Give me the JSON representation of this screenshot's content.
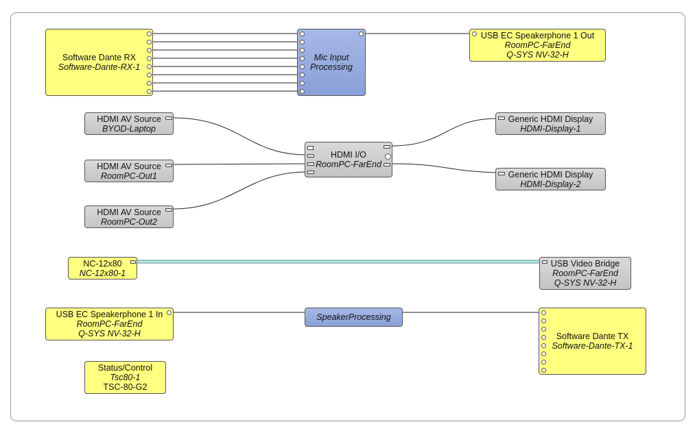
{
  "blocks": {
    "dante_rx": {
      "name": "Software Dante RX",
      "sub": "Software-Dante-RX-1"
    },
    "mic_proc": {
      "name": "Mic Input",
      "sub": "Processing"
    },
    "usb_spk_out": {
      "name": "USB EC Speakerphone 1 Out",
      "sub": "RoomPC-FarEnd",
      "model": "Q-SYS NV-32-H"
    },
    "hdmi_src1": {
      "name": "HDMI AV Source",
      "sub": "BYOD-Laptop"
    },
    "hdmi_src2": {
      "name": "HDMI AV Source",
      "sub": "RoomPC-Out1"
    },
    "hdmi_src3": {
      "name": "HDMI AV Source",
      "sub": "RoomPC-Out2"
    },
    "hdmi_io": {
      "name": "HDMI I/O",
      "sub": "RoomPC-FarEnd"
    },
    "display1": {
      "name": "Generic HDMI Display",
      "sub": "HDMI-Display-1"
    },
    "display2": {
      "name": "Generic HDMI Display",
      "sub": "HDMI-Display-2"
    },
    "nc_cam": {
      "name": "NC-12x80",
      "sub": "NC-12x80-1"
    },
    "usb_bridge": {
      "name": "USB Video Bridge",
      "sub": "RoomPC-FarEnd",
      "model": "Q-SYS NV-32-H"
    },
    "usb_spk_in": {
      "name": "USB EC Speakerphone 1 In",
      "sub": "RoomPC-FarEnd",
      "model": "Q-SYS NV-32-H"
    },
    "spk_proc": {
      "name": "SpeakerProcessing"
    },
    "dante_tx": {
      "name": "Software Dante TX",
      "sub": "Software-Dante-TX-1"
    },
    "status": {
      "name": "Status/Control",
      "sub": "Tsc80-1",
      "model": "TSC-80-G2"
    }
  },
  "colors": {
    "audio_block": "#ffff80",
    "video_block": "#c8c8c8",
    "processing_block": "#8aa0d8",
    "camera_link": "#a8dcd8"
  }
}
